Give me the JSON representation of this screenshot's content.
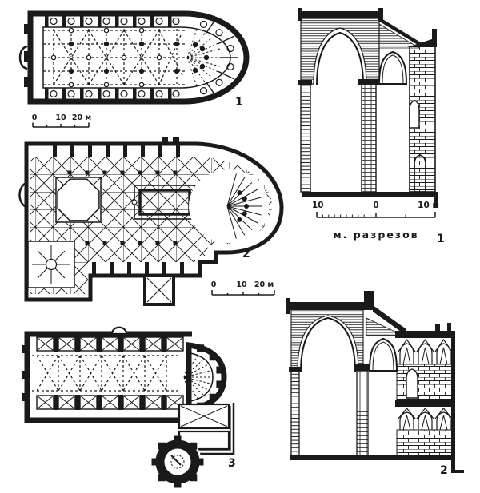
{
  "page": {
    "background": "#ffffff",
    "ink": "#1a1a1a"
  },
  "plans": {
    "plan1": {
      "label": "1",
      "scale": {
        "t0": "0",
        "t1": "10",
        "t2": "20 м"
      }
    },
    "plan2": {
      "label": "2",
      "scale": {
        "t0": "0",
        "t1": "10",
        "t2": "20 м"
      }
    },
    "plan3": {
      "label": "3"
    }
  },
  "sections": {
    "caption": "м. разрезов",
    "section1": {
      "label": "1",
      "scale": {
        "t0": "10",
        "t1": "0",
        "t2": "10 м"
      }
    },
    "section2": {
      "label": "2"
    }
  }
}
